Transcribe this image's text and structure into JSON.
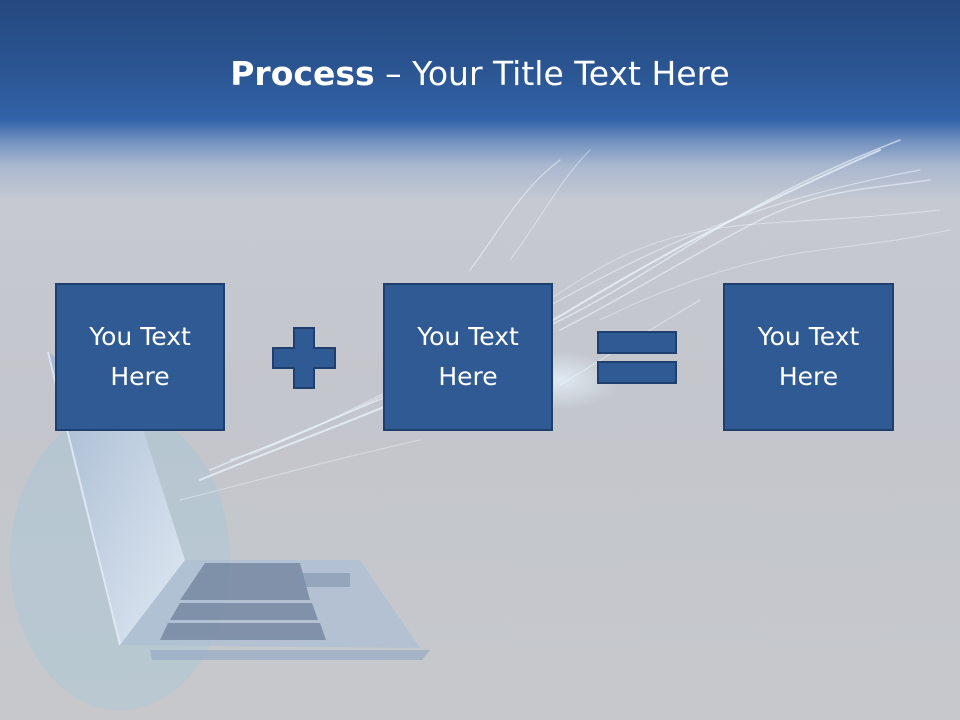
{
  "slide": {
    "title_bold": "Process",
    "title_rest": " – Your Title Text Here"
  },
  "process": {
    "step_1": "You Text Here",
    "step_2": "You Text Here",
    "step_3": "You Text Here"
  },
  "operators": {
    "first": "plus-icon",
    "second": "equals-icon"
  },
  "colors": {
    "header": "#2b5592",
    "box_fill": "#2f5a94",
    "box_border": "#1f3f6e",
    "background": "#c4c7cc"
  }
}
